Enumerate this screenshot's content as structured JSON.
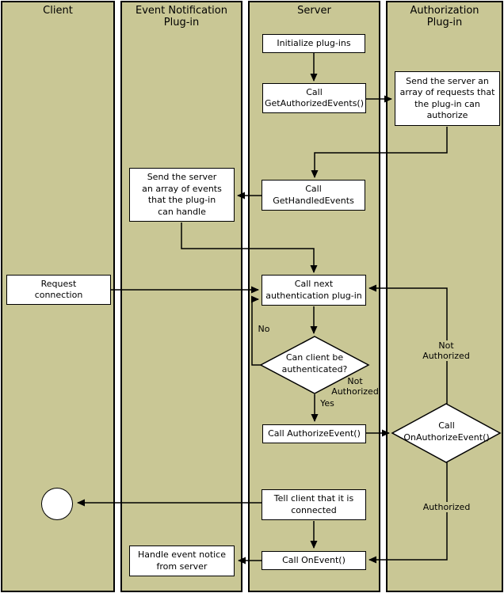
{
  "diagram": {
    "colors": {
      "lane_fill": "#c9c795",
      "node_fill": "#ffffff",
      "line": "#000000"
    },
    "lanes": [
      {
        "title": "Client"
      },
      {
        "title": "Event Notification\nPlug-in"
      },
      {
        "title": "Server"
      },
      {
        "title": "Authorization\nPlug-in"
      }
    ],
    "nodes": {
      "initialize": {
        "label": "Initialize plug-ins"
      },
      "get_authorized": {
        "label": "Call\nGetAuthorizedEvents()"
      },
      "send_requests": {
        "label": "Send the server an\narray of requests that\nthe plug-in can\nauthorize"
      },
      "get_handled": {
        "label": "Call\nGetHandledEvents"
      },
      "send_events": {
        "label": "Send the server\nan array of events\nthat the plug-in\ncan handle"
      },
      "request_connection": {
        "label": "Request\nconnection"
      },
      "call_next_auth": {
        "label": "Call next\nauthentication plug-in"
      },
      "can_authenticate": {
        "label": "Can client be\nauthenticated?"
      },
      "call_authorize_event": {
        "label": "Call AuthorizeEvent()"
      },
      "on_authorize_event": {
        "label": "Call\nOnAuthorizeEvent()"
      },
      "tell_client": {
        "label": "Tell client that it is\nconnected"
      },
      "call_on_event": {
        "label": "Call OnEvent()"
      },
      "handle_notice": {
        "label": "Handle event notice\nfrom server"
      }
    },
    "edge_labels": {
      "no": "No",
      "yes": "Yes",
      "not_authorized_server": "Not\nAuthorized",
      "not_authorized_auth": "Not\nAuthorized",
      "authorized": "Authorized"
    }
  }
}
